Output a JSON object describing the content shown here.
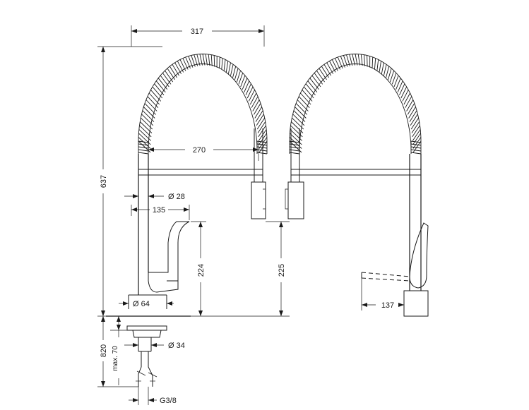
{
  "dimensions": {
    "width_317": "317",
    "height_637": "637",
    "reach_270": "270",
    "diameter_28": "Ø 28",
    "offset_135": "135",
    "height_224": "224",
    "height_225": "225",
    "diameter_64": "Ø 64",
    "length_820": "820",
    "max_70": "max. 70",
    "diameter_34": "Ø 34",
    "thread_g38": "G3/8",
    "lever_137": "137"
  },
  "icons": {
    "spring": "spring-coil-icon",
    "arrow": "dimension-arrow-icon"
  },
  "colors": {
    "line": "#1a1a1a",
    "background": "#ffffff"
  }
}
